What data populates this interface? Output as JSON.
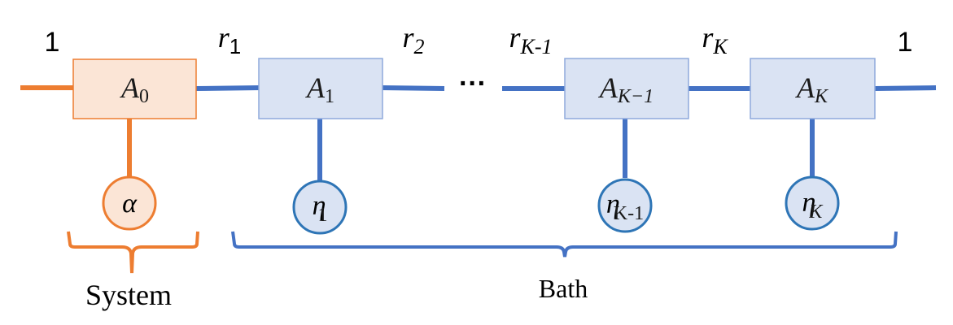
{
  "diagram": {
    "boundary_left_label": "1",
    "boundary_right_label": "1",
    "bond_labels": [
      {
        "base": "r",
        "sub": "1"
      },
      {
        "base": "r",
        "sub": "2"
      },
      {
        "base": "r",
        "sub": "K-1"
      },
      {
        "base": "r",
        "sub": "K"
      }
    ],
    "ellipsis": "···",
    "tensors": [
      {
        "base": "A",
        "sub": "0"
      },
      {
        "base": "A",
        "sub": "1"
      },
      {
        "base": "A",
        "sub": "K−1"
      },
      {
        "base": "A",
        "sub": "K"
      }
    ],
    "legs": [
      {
        "base": "α",
        "sub": ""
      },
      {
        "base": "η",
        "sub": "1"
      },
      {
        "base": "η",
        "sub": "K-1"
      },
      {
        "base": "η",
        "sub": "K"
      }
    ],
    "group_labels": {
      "system": "System",
      "bath": "Bath"
    },
    "colors": {
      "system_stroke": "#ed7d31",
      "system_fill": "#fbe5d6",
      "bath_stroke": "#4472c4",
      "bath_fill": "#dae3f3",
      "bath_box_border": "#8faadc",
      "circle_stroke": "#2e75b6",
      "text": "#000000"
    }
  }
}
